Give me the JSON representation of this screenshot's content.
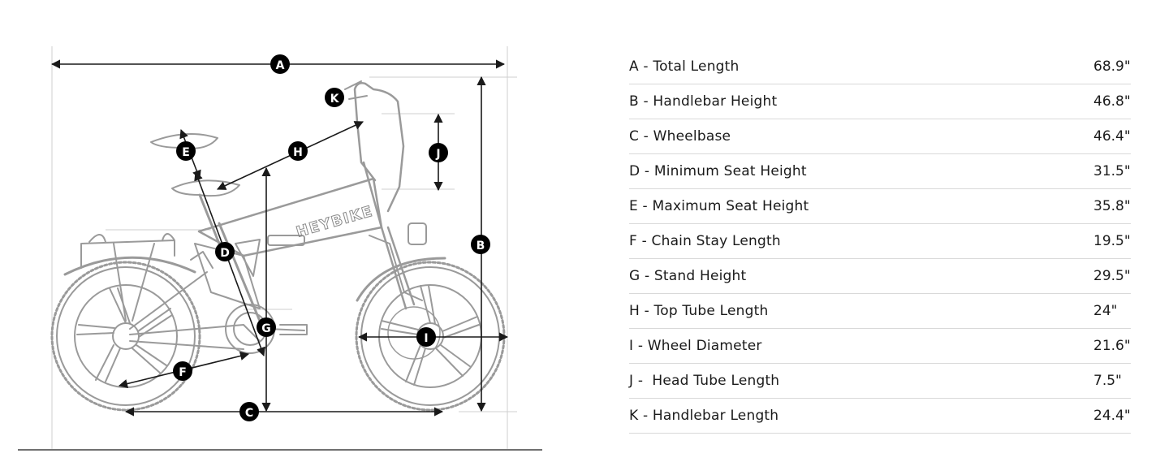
{
  "brand": "HEYBIKE",
  "markers": [
    "A",
    "B",
    "C",
    "D",
    "E",
    "F",
    "G",
    "H",
    "I",
    "J",
    "K"
  ],
  "specs": [
    {
      "label": "A - Total Length",
      "value": "68.9\""
    },
    {
      "label": "B - Handlebar Height",
      "value": "46.8\""
    },
    {
      "label": "C - Wheelbase",
      "value": "46.4\""
    },
    {
      "label": "D - Minimum Seat Height",
      "value": "31.5\""
    },
    {
      "label": "E - Maximum Seat Height",
      "value": "35.8\""
    },
    {
      "label": "F - Chain Stay Length",
      "value": "19.5\""
    },
    {
      "label": "G - Stand Height",
      "value": "29.5\""
    },
    {
      "label": "H - Top Tube Length",
      "value": "24\""
    },
    {
      "label": "I - Wheel Diameter",
      "value": "21.6\""
    },
    {
      "label": "J -  Head Tube Length",
      "value": "7.5\""
    },
    {
      "label": "K - Handlebar Length",
      "value": "24.4\""
    }
  ],
  "colors": {
    "line": "#1a1a1a",
    "sketch": "#9a9a9a",
    "marker": "#000000",
    "divider": "#d9d9d9"
  }
}
